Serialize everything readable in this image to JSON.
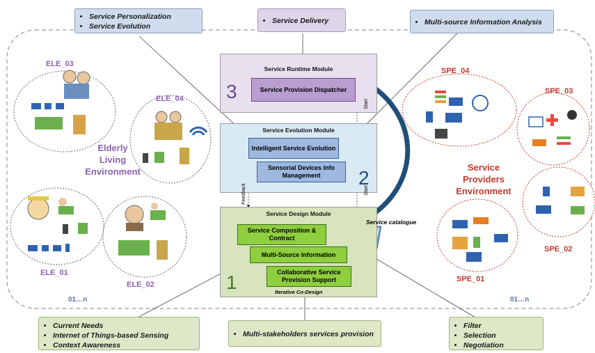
{
  "callouts": {
    "top_left": [
      "Service Personalization",
      "Service Evolution"
    ],
    "top_center": "Service Delivery",
    "top_right": "Multi-source Information Analysis",
    "bottom_left": [
      "Current Needs",
      "Internet of Things-based Sensing",
      "Context Awareness"
    ],
    "bottom_center": "Multi-stakeholders services provision",
    "bottom_right": [
      "Filter",
      "Selection",
      "Negotiation"
    ]
  },
  "modules": {
    "runtime": {
      "title": "Service Runtime Module",
      "number": "3",
      "box": "Service Provision Dispatcher"
    },
    "evolution": {
      "title": "Service Evolution Module",
      "number": "2",
      "box1": "Intelligent Service Evolution",
      "box2": "Sensorial Devices Info Management"
    },
    "design": {
      "title": "Service Design Module",
      "number": "1",
      "box1": "Service Composition & Contract",
      "box2": "Multi-Source Information",
      "box3": "Collaborative Service Provision Support",
      "footer": "Iterative Co-Design"
    }
  },
  "arrows": {
    "start_top": "Start",
    "start_bottom": "Start",
    "feedback": "Feedback"
  },
  "catalogue": "Service catalogue",
  "elderly": {
    "env_lines": [
      "Elderly",
      "Living",
      "Environment"
    ],
    "labels": {
      "ele_01": "ELE_01",
      "ele_02": "ELE_02",
      "ele_03": "ELE_03",
      "ele_04": "ELE_04"
    },
    "count": "01…n"
  },
  "providers": {
    "env_lines": [
      "Service",
      "Providers",
      "Environment"
    ],
    "labels": {
      "spe_01": "SPE_01",
      "spe_02": "SPE_02",
      "spe_03": "SPE_03",
      "spe_04": "SPE_04"
    },
    "count": "01…n"
  },
  "colors": {
    "elderly": "#8a62b0",
    "provider": "#c0392b",
    "runtime": "#e8e0ee",
    "evolution": "#d9eaf4",
    "design": "#d7e4bd",
    "green_box": "#8fce3f",
    "blue_box": "#9eb8df"
  }
}
